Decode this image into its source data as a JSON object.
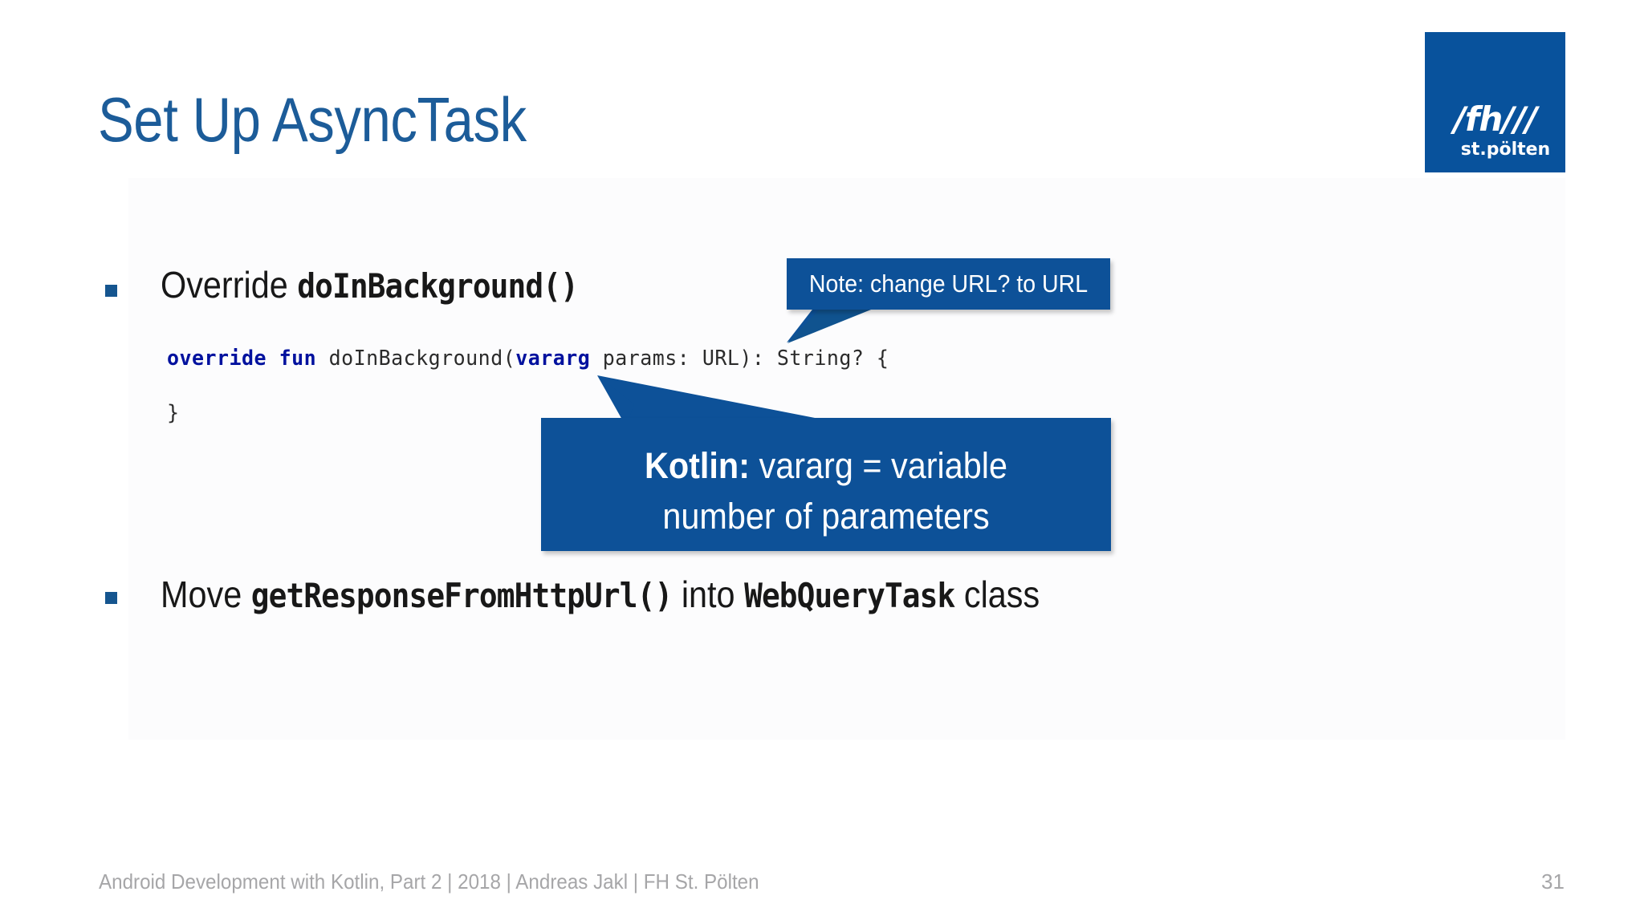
{
  "slide": {
    "title": "Set Up AsyncTask",
    "page_number": "31",
    "footer": "Android Development with Kotlin, Part 2 | 2018 | Andreas Jakl | FH St. Pölten",
    "accent_color": "#0d5198",
    "title_color": "#1c5c99",
    "bullet_color": "#15558f",
    "footer_color": "#a6a6a8"
  },
  "logo": {
    "mark": "/fh///",
    "sub": "st.pölten",
    "background": "#08529c",
    "foreground": "#ffffff"
  },
  "bullets": [
    {
      "lead": "Override ",
      "code": "doInBackground()",
      "trail": ""
    },
    {
      "lead": "Move ",
      "code": "getResponseFromHttpUrl()",
      "mid": " into ",
      "code2": "WebQueryTask",
      "trail": " class"
    }
  ],
  "code": {
    "kw1": "override fun",
    "part1": " doInBackground(",
    "kw2": "vararg",
    "part2": " params: URL): String? {",
    "closing": "}",
    "keyword_color": "#00119e",
    "text_color": "#2b2b2b"
  },
  "callouts": {
    "note": {
      "text": "Note: change URL? to URL"
    },
    "kotlin": {
      "bold": "Kotlin:",
      "rest": " vararg = variable",
      "line2": "number of parameters"
    }
  }
}
